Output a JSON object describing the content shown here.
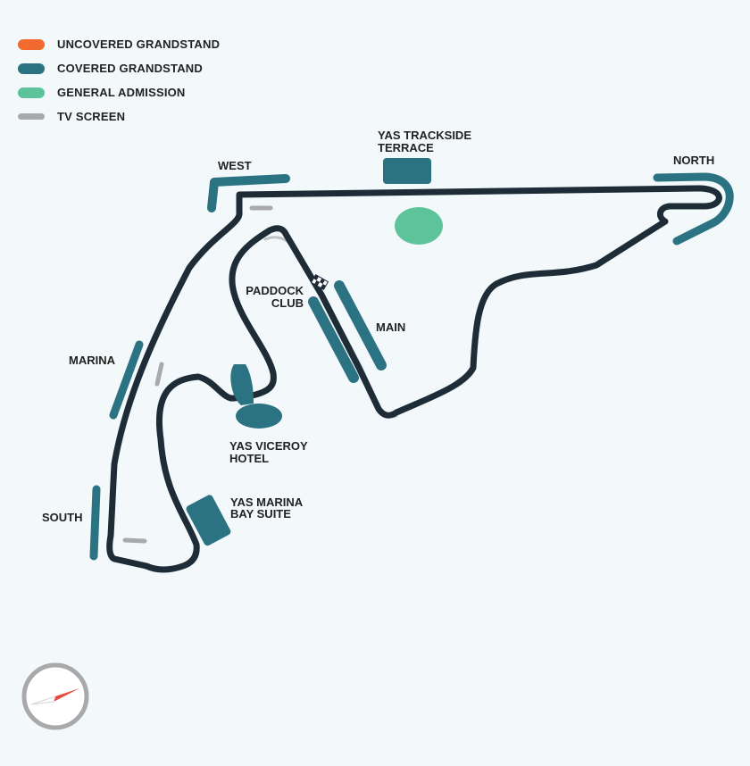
{
  "colors": {
    "uncovered": "#f26a2e",
    "covered": "#2b7383",
    "general_admission": "#5dc39a",
    "tv_screen": "#a7a9ab",
    "track": "#1d2c36",
    "pitlane": "#bfc3c6",
    "compass_needle": "#e8473b",
    "compass_ring": "#a7a9ab"
  },
  "legend": [
    {
      "key": "uncovered",
      "label": "UNCOVERED GRANDSTAND",
      "icon": "pill-swatch"
    },
    {
      "key": "covered",
      "label": "COVERED GRANDSTAND",
      "icon": "pill-swatch"
    },
    {
      "key": "general_admission",
      "label": "GENERAL ADMISSION",
      "icon": "pill-swatch"
    },
    {
      "key": "tv_screen",
      "label": "TV SCREEN",
      "icon": "bar-swatch"
    }
  ],
  "labels": {
    "west": "WEST",
    "trackside_1": "YAS TRACKSIDE",
    "trackside_2": "TERRACE",
    "north": "NORTH",
    "paddock_1": "PADDOCK",
    "paddock_2": "CLUB",
    "main": "MAIN",
    "marina": "MARINA",
    "viceroy_1": "YAS VICEROY",
    "viceroy_2": "HOTEL",
    "south": "SOUTH",
    "bay_1": "YAS MARINA",
    "bay_2": "BAY SUITE"
  },
  "icons": {
    "compass": "compass-icon",
    "start_line": "checkered-flag-icon"
  }
}
